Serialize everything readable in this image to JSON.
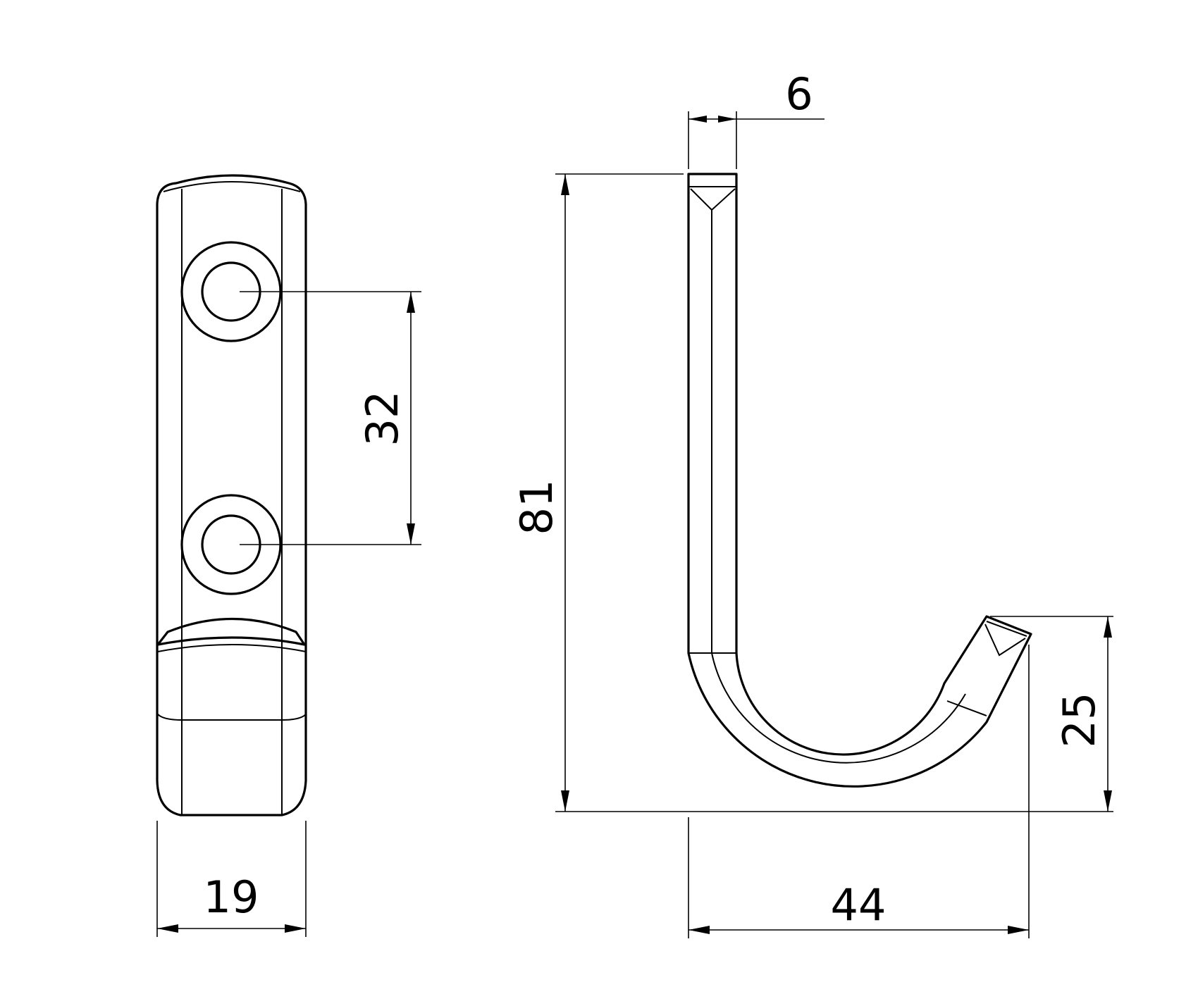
{
  "dimensions": {
    "width_front": "19",
    "hole_spacing": "32",
    "height": "81",
    "rod_thickness": "6",
    "depth": "44",
    "hook_tip_height": "25"
  },
  "colors": {
    "line": "#000000",
    "background": "#ffffff"
  }
}
